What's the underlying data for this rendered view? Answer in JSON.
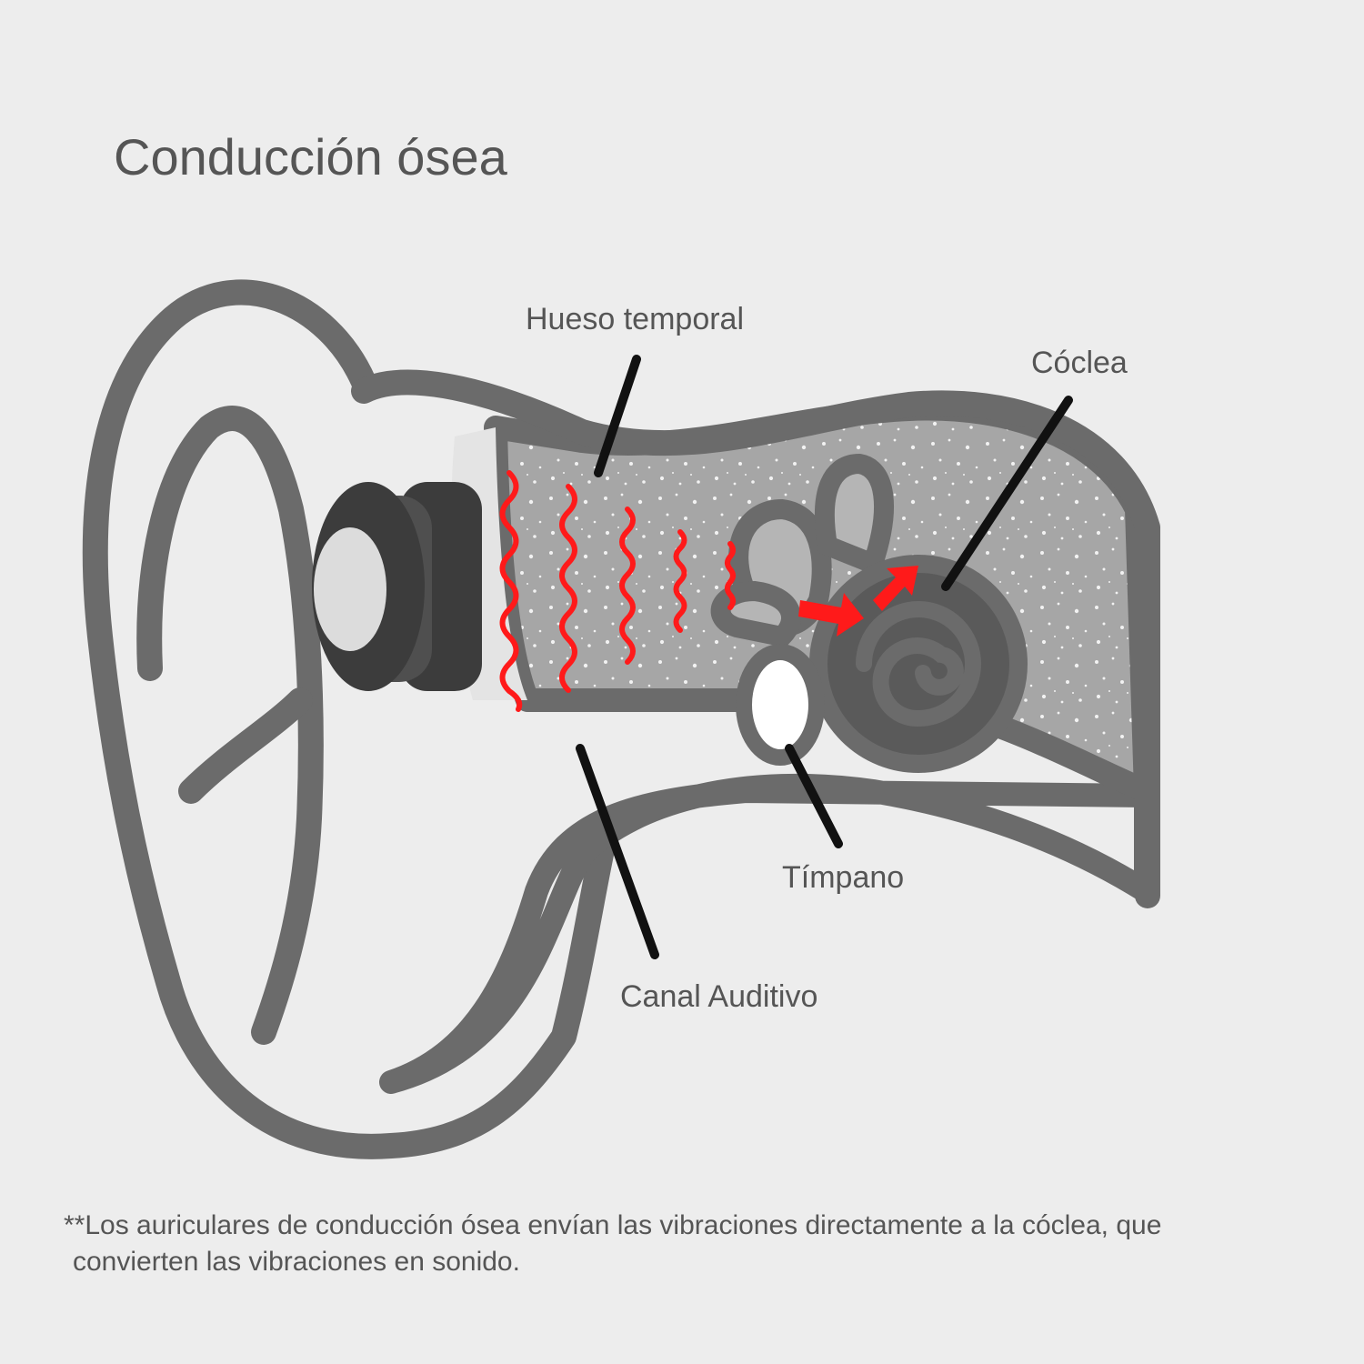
{
  "title": "Conducción ósea",
  "labels": {
    "temporal_bone": "Hueso temporal",
    "cochlea": "Cóclea",
    "eardrum": "Tímpano",
    "ear_canal": "Canal Auditivo"
  },
  "footnote": {
    "line1": "**Los auriculares de conducción ósea envían las vibraciones directamente a la cóclea, que",
    "line2": "convierten las vibraciones en sonido."
  },
  "colors": {
    "background": "#ededed",
    "outline": "#6b6b6b",
    "bone_fill": "#a6a6a6",
    "canal_fill": "#e4e4e4",
    "cochlea_fill": "#5a5a5a",
    "vestibule_fill": "#b5b5b5",
    "eardrum_fill": "#ffffff",
    "headphone_dark": "#3c3c3c",
    "headphone_mid": "#4f4f4f",
    "headphone_light": "#dcdcdc",
    "vibration": "#ff1a1a",
    "arrow": "#111111",
    "text": "#555555"
  },
  "icons": {
    "headphone": "bone-conduction-headphone-icon",
    "vibration": "vibration-wave-icon",
    "pointer": "pointer-arrow-icon"
  }
}
